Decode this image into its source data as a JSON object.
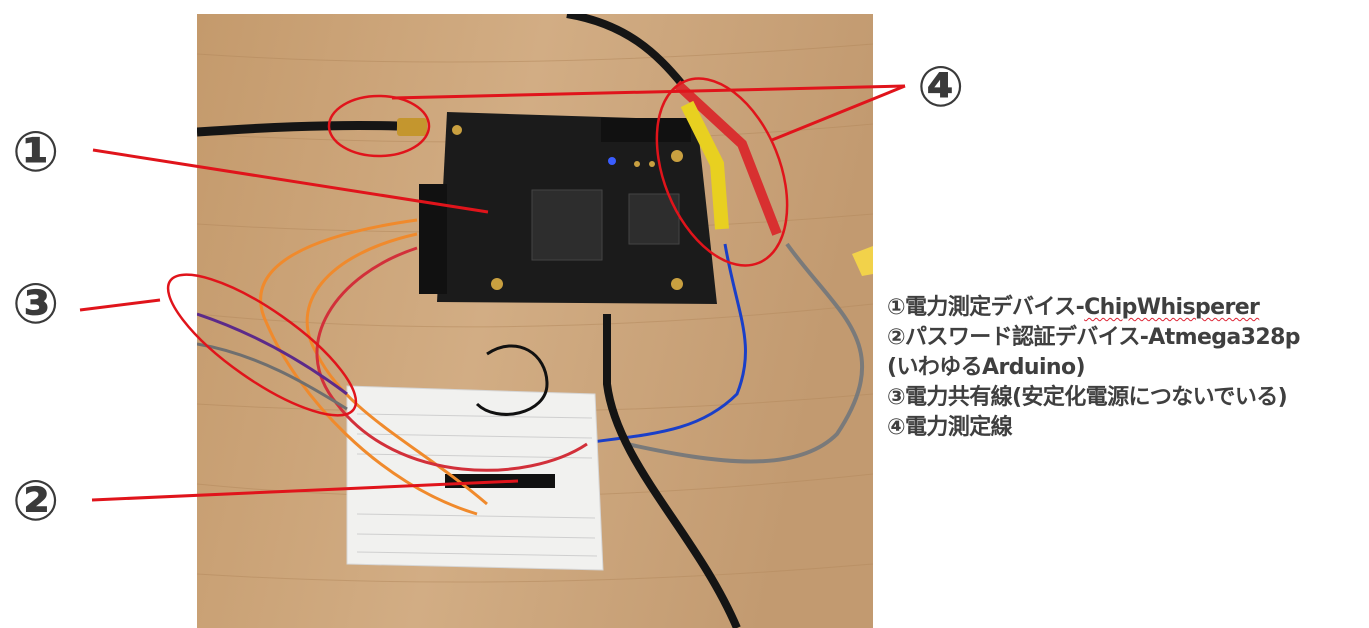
{
  "markers": [
    "①",
    "②",
    "③",
    "④"
  ],
  "legend": {
    "line1_prefix": "①電力測定デバイス-",
    "line1_product": "ChipWhisperer",
    "line2": "②パスワード認証デバイス-Atmega328p",
    "line3": "(いわゆるArduino)",
    "line4": "③電力共有線(安定化電源につないでいる)",
    "line5": "④電力測定線"
  },
  "colors": {
    "annotation": "#e0141b",
    "text": "#3f3f3f",
    "wood": "#c9a37a",
    "pcb": "#1c1c1c"
  }
}
